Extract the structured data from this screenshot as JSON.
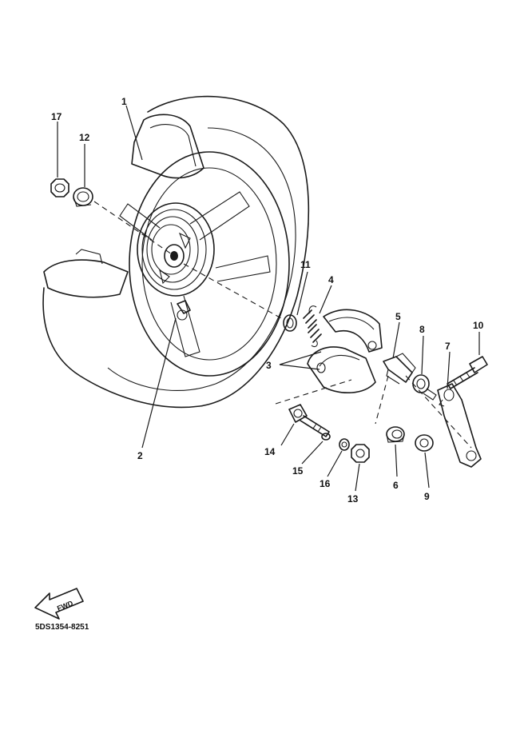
{
  "drawing_code": "5DS1354-8251",
  "fwd_label": "FWD",
  "callouts": {
    "c1": "1",
    "c2": "2",
    "c3": "3",
    "c4": "4",
    "c5": "5",
    "c6": "6",
    "c7": "7",
    "c8": "8",
    "c9": "9",
    "c10": "10",
    "c11": "11",
    "c12": "12",
    "c13": "13",
    "c14": "14",
    "c15": "15",
    "c16": "16",
    "c17": "17"
  }
}
